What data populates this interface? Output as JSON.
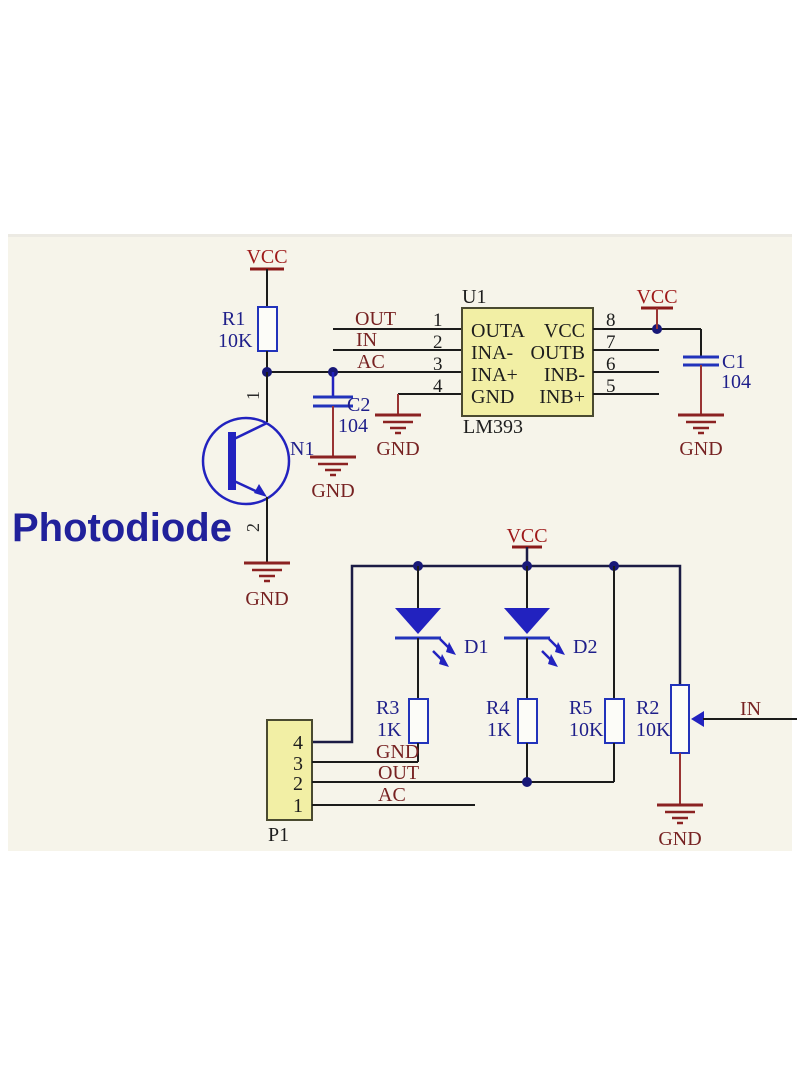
{
  "title": "Photodiode",
  "nets": {
    "vcc": "VCC",
    "gnd": "GND",
    "out": "OUT",
    "in": "IN",
    "ac": "AC"
  },
  "ic": {
    "ref": "U1",
    "part": "LM393",
    "left_pin_numbers": [
      "1",
      "2",
      "3",
      "4"
    ],
    "right_pin_numbers": [
      "8",
      "7",
      "6",
      "5"
    ],
    "rows": [
      {
        "left": "OUTA",
        "right": "VCC"
      },
      {
        "left": "INA-",
        "right": "OUTB"
      },
      {
        "left": "INA+",
        "right": "INB-"
      },
      {
        "left": "GND",
        "right": "INB+"
      }
    ]
  },
  "transistor": {
    "ref": "N1",
    "pin_top": "1",
    "pin_bottom": "2"
  },
  "resistors": {
    "r1": {
      "ref": "R1",
      "value": "10K"
    },
    "r2": {
      "ref": "R2",
      "value": "10K"
    },
    "r3": {
      "ref": "R3",
      "value": "1K"
    },
    "r4": {
      "ref": "R4",
      "value": "1K"
    },
    "r5": {
      "ref": "R5",
      "value": "10K"
    }
  },
  "capacitors": {
    "c1": {
      "ref": "C1",
      "value": "104"
    },
    "c2": {
      "ref": "C2",
      "value": "104"
    }
  },
  "leds": {
    "d1": {
      "ref": "D1"
    },
    "d2": {
      "ref": "D2"
    }
  },
  "connector": {
    "ref": "P1",
    "pin_numbers": [
      "4",
      "3",
      "2",
      "1"
    ]
  },
  "colors": {
    "schematic_bg": "#f6f4ea",
    "wire_black": "#1b1b1b",
    "component_blue": "#2222bf",
    "label_navy": "#1f1f8a",
    "power_red": "#9e1a1a",
    "ground_red": "#8b2222",
    "net_label_maroon": "#772222",
    "ic_fill": "#f2efa5",
    "title_blue": "#21219b"
  }
}
